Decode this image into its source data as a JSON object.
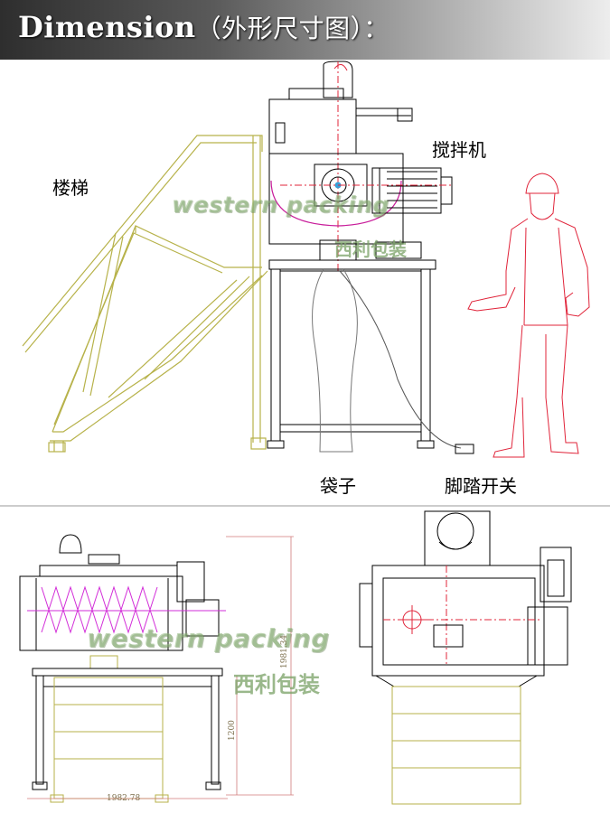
{
  "header": {
    "title_en": "Dimension",
    "title_cn": "（外形尺寸图）："
  },
  "labels": {
    "ladder": "楼梯",
    "mixer": "搅拌机",
    "bag": "袋子",
    "foot_switch": "脚踏开关"
  },
  "watermark": {
    "text_en": "western packing",
    "text_cn": "西利包装"
  },
  "dimensions": {
    "width": "1982.78",
    "height_lower": "1200",
    "height_total": "1981.34"
  },
  "colors": {
    "machine_line": "#000000",
    "ladder_line": "#b7b24a",
    "person_line": "#e0243a",
    "centerline": "#e0243a",
    "ribbon": "#d22cd8",
    "dimension_line": "#d07a7a"
  }
}
